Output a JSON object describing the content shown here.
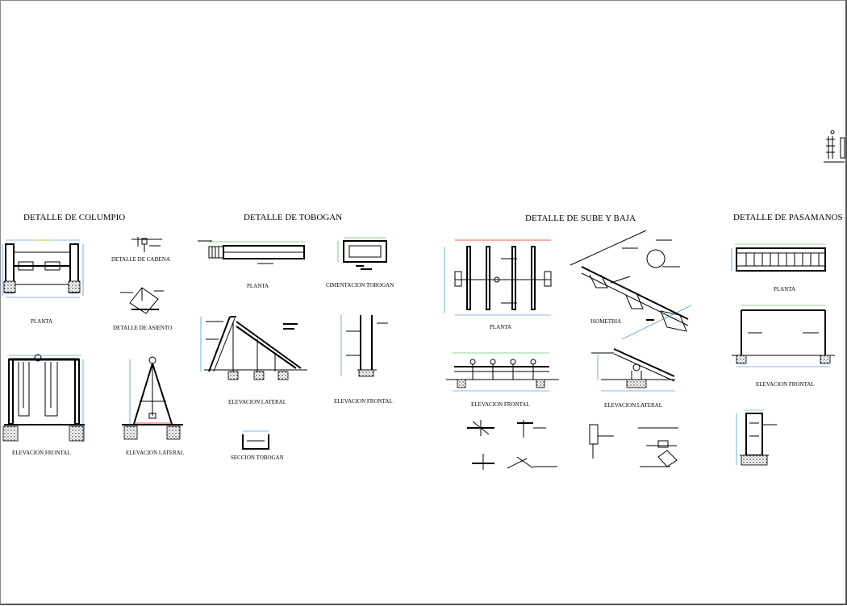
{
  "titles": {
    "columpio": "DETALLE DE COLUMPIO",
    "tobogan": "DETALLE DE TOBOGAN",
    "sube_baja": "DETALLE DE SUBE Y BAJA",
    "pasamanos": "DETALLE DE PASAMANOS"
  },
  "labels": {
    "columpio_planta": "PLANTA",
    "detalle_cadena": "DETALLE DE CADENA",
    "detalle_asiento": "DETALLE DE ASIENTO",
    "columpio_elev_frontal": "ELEVACION FRONTAL",
    "columpio_elev_lateral": "ELEVACION LATERAL",
    "tobogan_planta": "PLANTA",
    "cimentacion_tobogan": "CIMENTACION TOBOGAN",
    "tobogan_elev_lateral": "ELEVACION LATERAL",
    "tobogan_elev_frontal": "ELEVACION FRONTAL",
    "seccion_tobogan": "SECCION TOBOGAN",
    "sube_planta": "PLANTA",
    "isometria": "ISOMETRIA",
    "sube_elev_frontal": "ELEVACION FRONTAL",
    "sube_elev_lateral": "ELEVACION LATERAL",
    "pasamanos_planta": "PLANTA",
    "pasamanos_elev_frontal": "ELEVACION FRONTAL"
  },
  "colors": {
    "line": "#000000",
    "dimension_blue": "#1177cc",
    "dimension_green": "#22aa22",
    "accent_yellow": "#cccc00",
    "accent_red": "#ee2222"
  },
  "icons": [
    "north-arrow-icon",
    "title-block-icon"
  ]
}
